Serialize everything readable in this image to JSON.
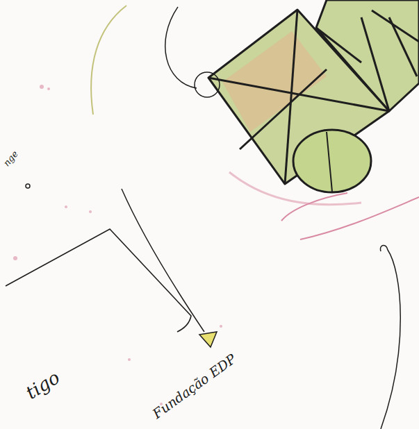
{
  "diagram": {
    "labels": [
      "nge",
      "tigo",
      "Fundação EDP"
    ]
  }
}
